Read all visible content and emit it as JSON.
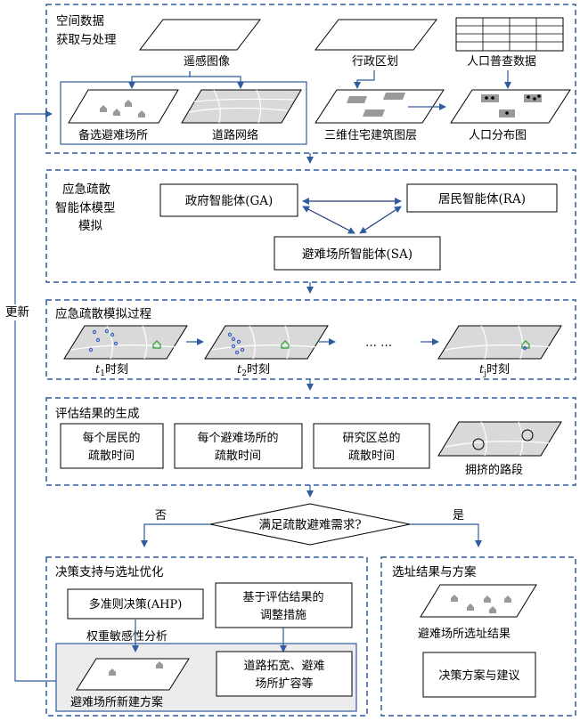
{
  "sections": {
    "acquisition": {
      "title_line1": "空间数据",
      "title_line2": "获取与处理"
    },
    "agents": {
      "title_line1": "应急疏散",
      "title_line2": "智能体模型",
      "title_line3": "模拟"
    },
    "process": {
      "title": "应急疏散模拟过程"
    },
    "evaluation": {
      "title": "评估结果的生成"
    },
    "decision": {
      "title": "决策支持与选址优化"
    },
    "result": {
      "title": "选址结果与方案"
    }
  },
  "data_items": {
    "remote_sensing": "遥感图像",
    "admin_division": "行政区划",
    "census": "人口普查数据",
    "candidate_shelters": "备选避难场所",
    "road_network": "道路网络",
    "buildings_3d": "三维住宅建筑图层",
    "population_dist": "人口分布图"
  },
  "agents": {
    "ga": "政府智能体(GA)",
    "ra": "居民智能体(RA)",
    "sa": "避难场所智能体(SA)"
  },
  "timesteps": {
    "t1_sym": "t",
    "t1_sub": "1",
    "t2_sym": "t",
    "t2_sub": "2",
    "tj_sym": "t",
    "tj_sub": "j",
    "suffix": "时刻",
    "ellipsis": "…  …"
  },
  "evaluation_items": {
    "resident_line1": "每个居民的",
    "resident_line2": "疏散时间",
    "shelter_line1": "每个避难场所的",
    "shelter_line2": "疏散时间",
    "area_line1": "研究区总的",
    "area_line2": "疏散时间",
    "congested": "拥挤的路段"
  },
  "decision_node": {
    "question": "满足疏散避难需求?",
    "no": "否",
    "yes": "是"
  },
  "decision_items": {
    "mcdm": "多准则决策(AHP)",
    "adjust_line1": "基于评估结果的",
    "adjust_line2": "调整措施",
    "sensitivity": "权重敏感性分析",
    "new_plan": "避难场所新建方案",
    "expand_line1": "道路拓宽、避难",
    "expand_line2": "场所扩容等"
  },
  "result_items": {
    "selected": "避难场所选址结果",
    "advice": "决策方案与建议"
  },
  "update_label": "更新",
  "colors": {
    "accent": "#2f5c9e",
    "gray_fill": "#d9d9d9",
    "panel_fill": "#ececec"
  }
}
